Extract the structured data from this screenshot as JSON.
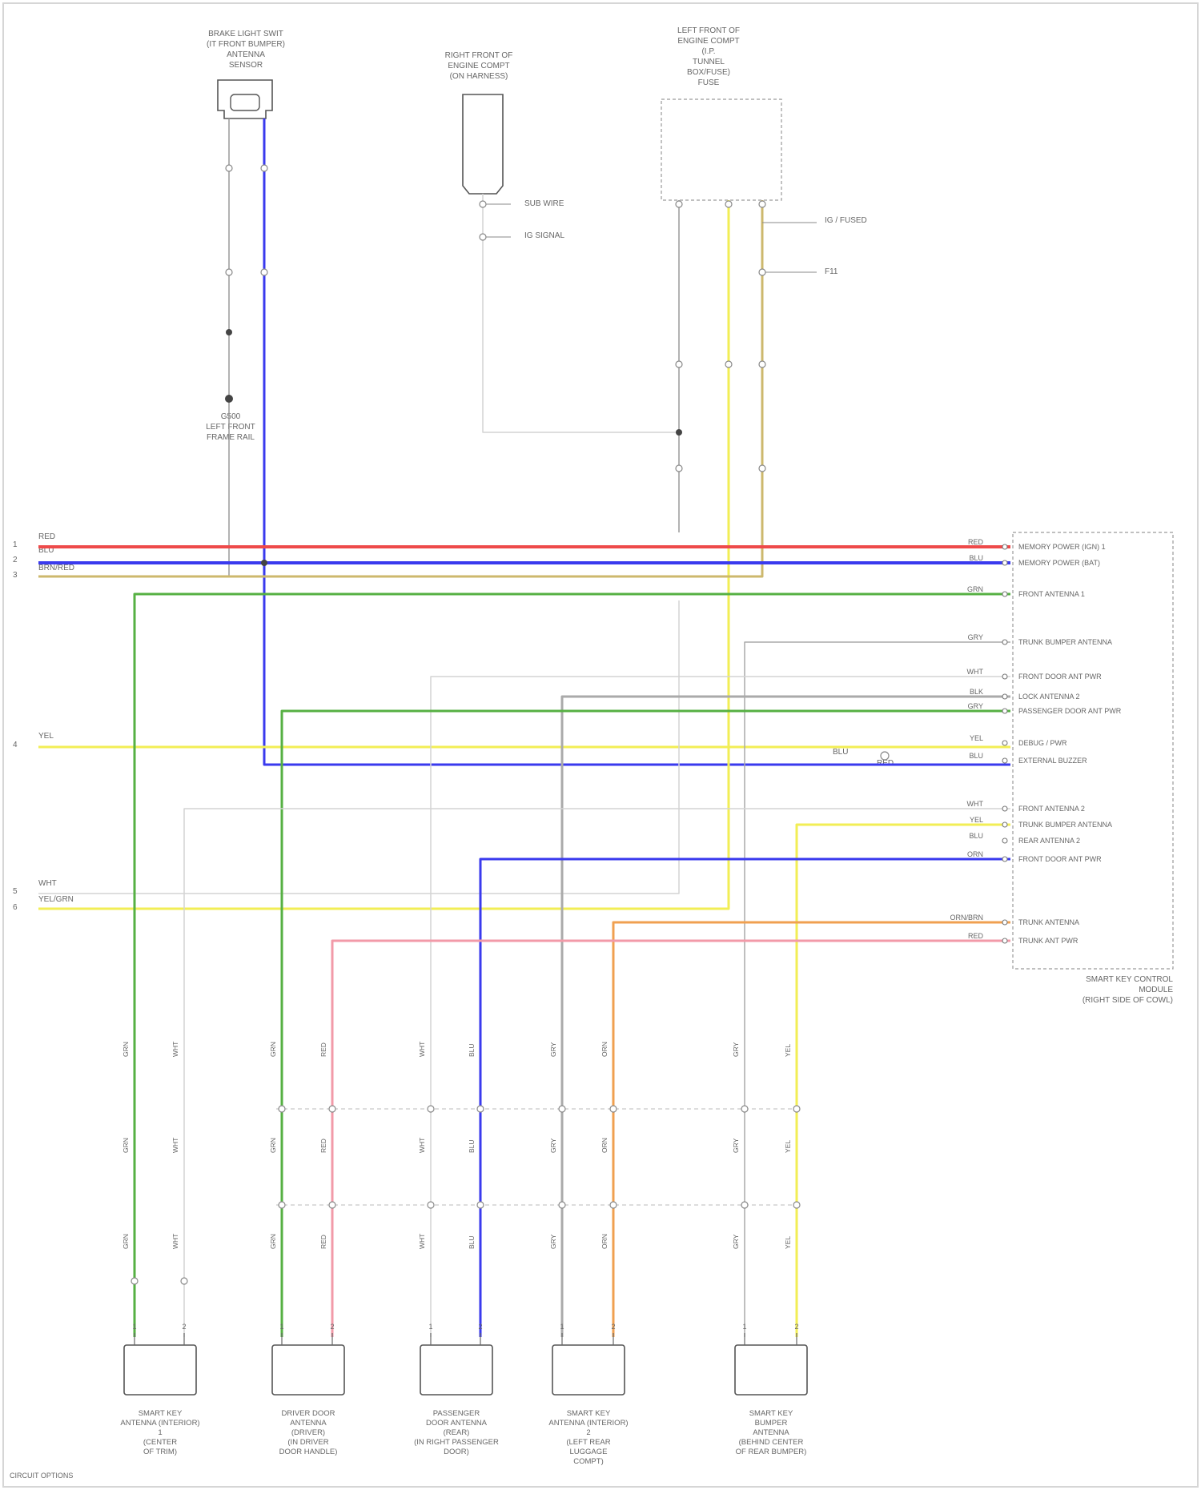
{
  "top_components": [
    {
      "id": "sensor",
      "lines": [
        "BRAKE LIGHT SWIT",
        "(IT FRONT BUMPER)",
        "ANTENNA",
        "SENSOR"
      ]
    },
    {
      "id": "sw",
      "lines": [
        "RIGHT FRONT OF",
        "ENGINE COMPT",
        "(ON HARNESS)"
      ]
    },
    {
      "id": "junction",
      "lines": [
        "LEFT FRONT OF",
        "ENGINE COMPT",
        "(I.P.",
        "TUNNEL",
        "BOX/FUSE)",
        "FUSE"
      ]
    }
  ],
  "top_notes": {
    "sw_a": "SUB WIRE",
    "sw_b": "IG SIGNAL",
    "junc_a": "IG / FUSED",
    "junc_b": "F11"
  },
  "ground": [
    "G500",
    "LEFT FRONT",
    "FRAME RAIL"
  ],
  "left_pins": [
    "1",
    "2",
    "3",
    "4",
    "5",
    "6"
  ],
  "left_wires": [
    "RED",
    "BLU",
    "BRN/RED",
    "YEL",
    "WHT",
    "YEL/GRN"
  ],
  "module": {
    "name_lines": [
      "SMART KEY CONTROL",
      "MODULE",
      "(RIGHT SIDE OF COWL)"
    ],
    "wires": [
      "RED",
      "BLU",
      "GRN",
      "GRY",
      "WHT",
      "BLK",
      "GRY",
      "YEL",
      "BLU",
      "WHT",
      "YEL",
      "BLU",
      "ORN",
      "ORN/BRN",
      "RED"
    ],
    "pins": [
      "MEMORY POWER (IGN) 1",
      "MEMORY POWER (BAT)",
      "FRONT ANTENNA 1",
      "TRUNK BUMPER ANTENNA",
      "FRONT DOOR ANT PWR",
      "LOCK ANTENNA 2",
      "PASSENGER DOOR ANT PWR",
      "DEBUG / PWR",
      "EXTERNAL BUZZER",
      "FRONT ANTENNA 2",
      "TRUNK BUMPER ANTENNA",
      "REAR ANTENNA 2",
      "FRONT DOOR ANT PWR",
      "TRUNK ANTENNA",
      "TRUNK ANT PWR"
    ]
  },
  "inline_splice": {
    "a": "BLU",
    "b": "RED"
  },
  "bottom_components": [
    {
      "id": "bc1",
      "lines": [
        "SMART KEY",
        "ANTENNA (INTERIOR)",
        "1",
        "(CENTER",
        "OF TRIM)"
      ]
    },
    {
      "id": "bc2",
      "lines": [
        "DRIVER DOOR",
        "ANTENNA",
        "(DRIVER)",
        "(IN DRIVER",
        "DOOR HANDLE)"
      ]
    },
    {
      "id": "bc3",
      "lines": [
        "PASSENGER",
        "DOOR ANTENNA",
        "(REAR)",
        "(IN RIGHT PASSENGER",
        "DOOR)"
      ]
    },
    {
      "id": "bc4",
      "lines": [
        "SMART KEY",
        "ANTENNA (INTERIOR)",
        "2",
        "(LEFT REAR",
        "LUGGAGE",
        "COMPT)"
      ]
    },
    {
      "id": "bc5",
      "lines": [
        "SMART KEY",
        "BUMPER",
        "ANTENNA",
        "(BEHIND CENTER",
        "OF REAR BUMPER)"
      ]
    }
  ],
  "bottom_pin_labels": [
    "1",
    "2"
  ],
  "footer": "CIRCUIT OPTIONS",
  "colors": {
    "red": "#ee4a4a",
    "blue": "#3a3aee",
    "brown": "#c9896b",
    "green": "#56b043",
    "yellow": "#f2ee55",
    "gray": "#aaaaaa",
    "lightgray": "#d4d4d4",
    "orange": "#f0a050",
    "pink": "#f29aa8",
    "olive": "#cdb86d"
  }
}
